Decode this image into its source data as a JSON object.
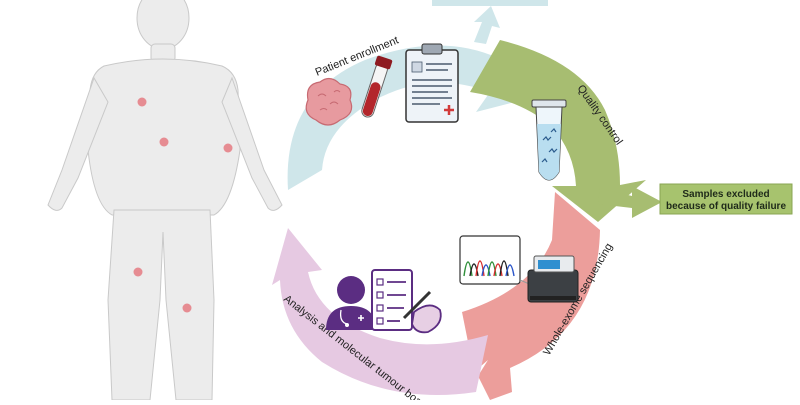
{
  "cycle": {
    "patient_enrollment": "Patient enrollment",
    "quality_control": "Quality control",
    "whole_exome_sequencing": "Whole-exome sequencing",
    "analysis_board": "Analysis and molecular tumour board"
  },
  "excluded_box": {
    "line1": "Samples excluded",
    "line2": "because of quality failure"
  },
  "colors": {
    "enrollment_arrow": "#cfe6ea",
    "quality_arrow": "#a7bd71",
    "sequencing_arrow": "#ec9e9b",
    "analysis_arrow": "#e6c9e2",
    "excluded_box_fill": "#a7c36e",
    "body_fill": "#ececec",
    "tumour_dot": "#e68c92",
    "clinician": "#5b2d82"
  },
  "icons": [
    "tumour-tissue-icon",
    "blood-tube-icon",
    "clipboard-icon",
    "sample-tube-icon",
    "chromatogram-icon",
    "sequencer-icon",
    "clinician-icon",
    "checklist-icon"
  ]
}
